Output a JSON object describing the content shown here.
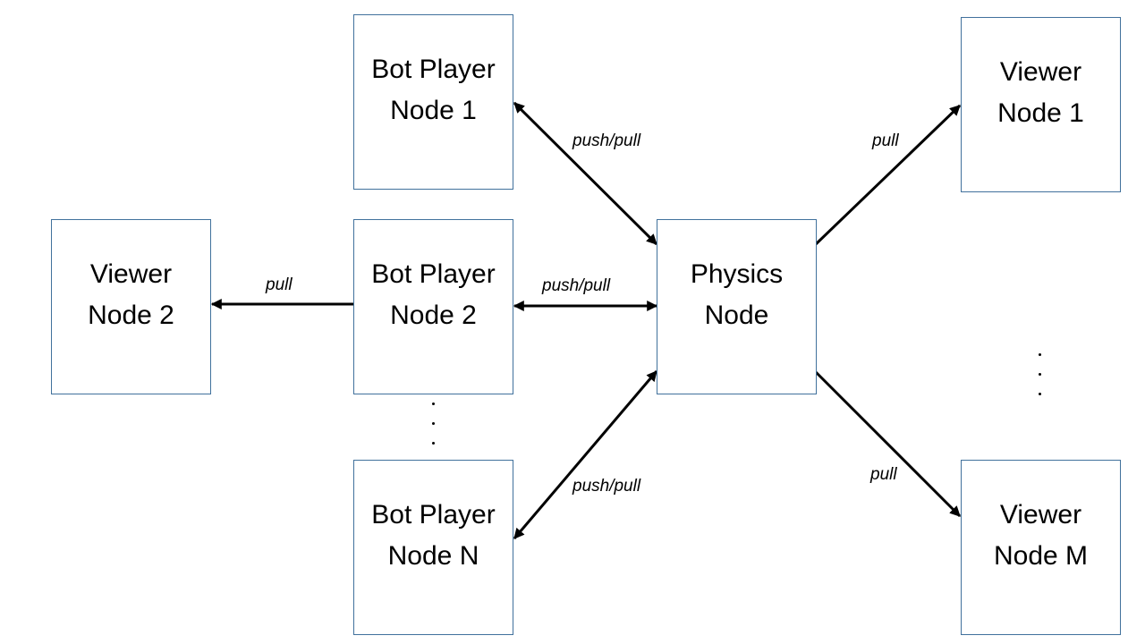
{
  "nodes": {
    "bot1": {
      "line1": "Bot Player",
      "line2": "Node 1"
    },
    "bot2": {
      "line1": "Bot Player",
      "line2": "Node 2"
    },
    "botN": {
      "line1": "Bot Player",
      "line2": "Node N"
    },
    "physics": {
      "line1": "Physics",
      "line2": "Node"
    },
    "viewer1": {
      "line1": "Viewer",
      "line2": "Node 1"
    },
    "viewer2": {
      "line1": "Viewer",
      "line2": "Node 2"
    },
    "viewerM": {
      "line1": "Viewer",
      "line2": "Node M"
    }
  },
  "edges": {
    "bot1_physics": "push/pull",
    "bot2_physics": "push/pull",
    "botN_physics": "push/pull",
    "bot2_viewer2": "pull",
    "physics_viewer1": "pull",
    "physics_viewerM": "pull"
  },
  "colors": {
    "box_border": "#41719c",
    "arrow": "#000000"
  }
}
